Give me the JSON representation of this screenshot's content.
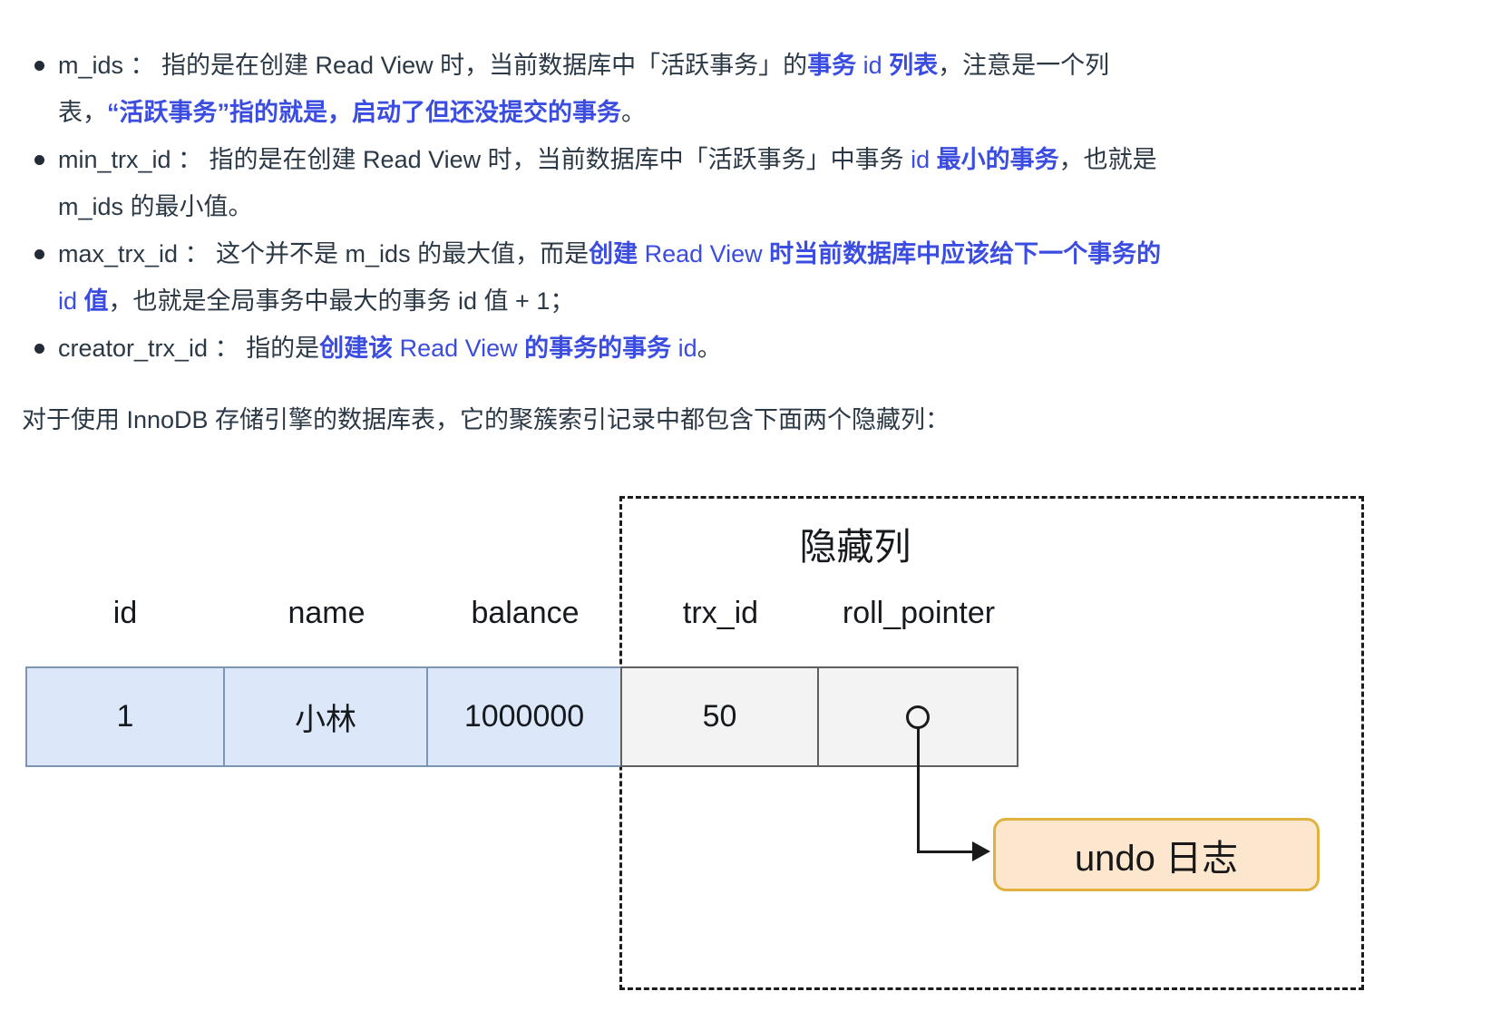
{
  "colors": {
    "body_text": "#2b3845",
    "highlight_blue": "#3b4ce0",
    "diagram_text": "#16191d",
    "visible_cell_fill": "#dce8fa",
    "visible_cell_border": "#7d94b5",
    "hidden_cell_fill": "#f3f3f3",
    "hidden_cell_border": "#5f5f5f",
    "undo_fill": "#fce6cd",
    "undo_border": "#e0b13f",
    "connector": "#1a1a1a"
  },
  "bullets": [
    {
      "lines": [
        [
          {
            "t": "m_ids ： 指的是在创建 Read View 时，当前数据库中「活跃事务」的",
            "s": "n"
          },
          {
            "t": "事务",
            "s": "b"
          },
          {
            "t": " id ",
            "s": "l"
          },
          {
            "t": "列表",
            "s": "b"
          },
          {
            "t": "，注意是一个列",
            "s": "n"
          }
        ],
        [
          {
            "t": "表，",
            "s": "n"
          },
          {
            "t": "“活跃事务”指的就是，启动了但还没提交的事务",
            "s": "b"
          },
          {
            "t": "。",
            "s": "n"
          }
        ]
      ]
    },
    {
      "lines": [
        [
          {
            "t": "min_trx_id ： 指的是在创建 Read View 时，当前数据库中「活跃事务」中事务 ",
            "s": "n"
          },
          {
            "t": "id ",
            "s": "l"
          },
          {
            "t": "最小的事务",
            "s": "b"
          },
          {
            "t": "，也就是",
            "s": "n"
          }
        ],
        [
          {
            "t": "m_ids 的最小值。",
            "s": "n"
          }
        ]
      ]
    },
    {
      "lines": [
        [
          {
            "t": "max_trx_id ： 这个并不是 m_ids 的最大值，而是",
            "s": "n"
          },
          {
            "t": "创建",
            "s": "b"
          },
          {
            "t": " Read View ",
            "s": "l"
          },
          {
            "t": "时当前数据库中应该给下一个事务的",
            "s": "b"
          }
        ],
        [
          {
            "t": "id ",
            "s": "l"
          },
          {
            "t": "值",
            "s": "b"
          },
          {
            "t": "，也就是全局事务中最大的事务 id 值 + 1；",
            "s": "n"
          }
        ]
      ]
    },
    {
      "lines": [
        [
          {
            "t": "creator_trx_id ： 指的是",
            "s": "n"
          },
          {
            "t": "创建该",
            "s": "b"
          },
          {
            "t": " Read View ",
            "s": "l"
          },
          {
            "t": "的事务的事务",
            "s": "b"
          },
          {
            "t": " id",
            "s": "l"
          },
          {
            "t": "。",
            "s": "n"
          }
        ]
      ]
    }
  ],
  "paragraph": "对于使用 InnoDB 存储引擎的数据库表，它的聚簇索引记录中都包含下面两个隐藏列：",
  "diagram": {
    "hidden_columns_label": "隐藏列",
    "columns": [
      {
        "header": "id",
        "value": "1",
        "kind": "visible"
      },
      {
        "header": "name",
        "value": "小林",
        "kind": "visible"
      },
      {
        "header": "balance",
        "value": "1000000",
        "kind": "visible"
      },
      {
        "header": "trx_id",
        "value": "50",
        "kind": "hidden"
      },
      {
        "header": "roll_pointer",
        "value": "",
        "kind": "hidden"
      }
    ],
    "undo_label": "undo 日志"
  }
}
